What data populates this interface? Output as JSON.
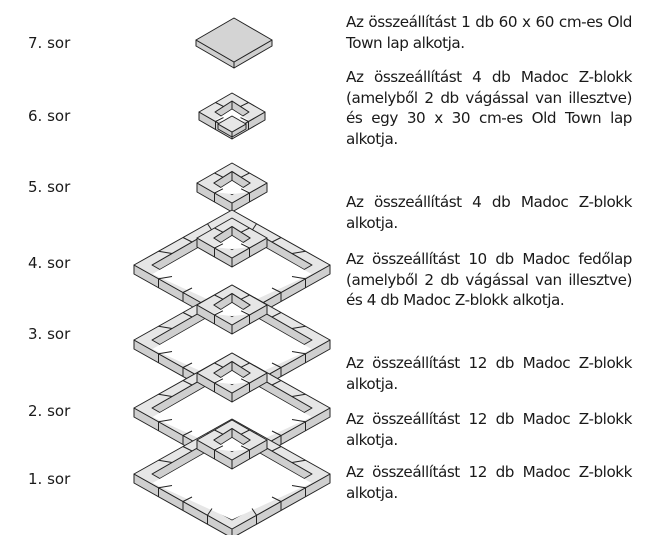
{
  "rows": [
    {
      "label": "7. sor",
      "description": "Az összeállítást 1 db 60 x 60 cm-es Old Town lap alkotja."
    },
    {
      "label": "6. sor",
      "description": "Az összeállítást 4 db Madoc Z-blokk (amelyből 2 db vágással van illesztve) és egy 30 x 30 cm-es Old Town lap alkotja."
    },
    {
      "label": "5. sor",
      "description": "Az összeállítást 4 db Madoc Z-blokk alkotja."
    },
    {
      "label": "4. sor",
      "description": "Az összeállítást 10 db Madoc fedőlap (amelyből 2 db vágással van illesztve) és 4 db Madoc Z-blokk alkotja."
    },
    {
      "label": "3. sor",
      "description": "Az összeállítást 12 db Madoc Z-blokk alkotja."
    },
    {
      "label": "2. sor",
      "description": "Az összeállítást 12 db Madoc Z-blokk alkotja."
    },
    {
      "label": "1. sor",
      "description": "Az összeállítást 12 db Madoc Z-blokk alkotja."
    }
  ]
}
